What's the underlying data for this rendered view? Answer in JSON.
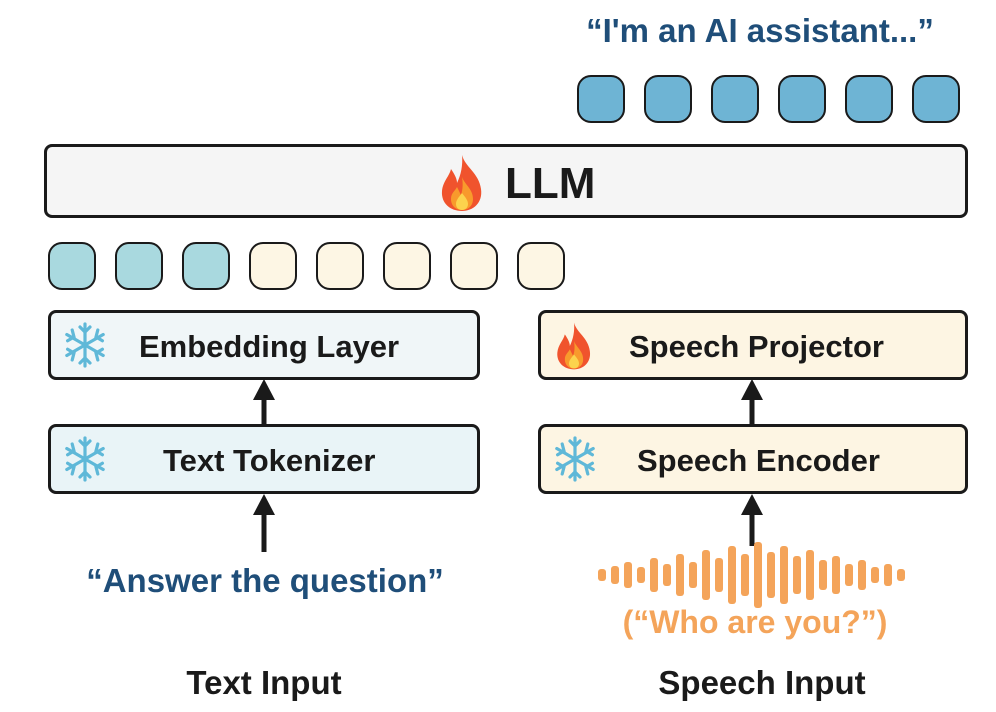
{
  "output": {
    "quote": "“I'm an AI assistant...”",
    "token_count": 6
  },
  "llm": {
    "label": "LLM",
    "state_icon": "flame-icon"
  },
  "input_tokens": {
    "text_count": 3,
    "speech_count": 5
  },
  "text_branch": {
    "embedding_label": "Embedding Layer",
    "embedding_icon": "snowflake-icon",
    "tokenizer_label": "Text Tokenizer",
    "tokenizer_icon": "snowflake-icon",
    "quote": "“Answer the question”",
    "caption": "Text Input"
  },
  "speech_branch": {
    "projector_label": "Speech Projector",
    "projector_icon": "flame-icon",
    "encoder_label": "Speech Encoder",
    "encoder_icon": "snowflake-icon",
    "quote": "(“Who are you?”)",
    "caption": "Speech Input",
    "waveform_icon": "audio-waveform-icon"
  },
  "colors": {
    "output_token": "#6eb4d4",
    "text_token": "#a9d9df",
    "speech_token": "#fdf6e4",
    "quote_blue": "#1f4e79",
    "speech_orange": "#f4a45a",
    "flame_outer": "#f0532d",
    "flame_inner": "#fbb03b",
    "snowflake": "#5fb8d8"
  }
}
